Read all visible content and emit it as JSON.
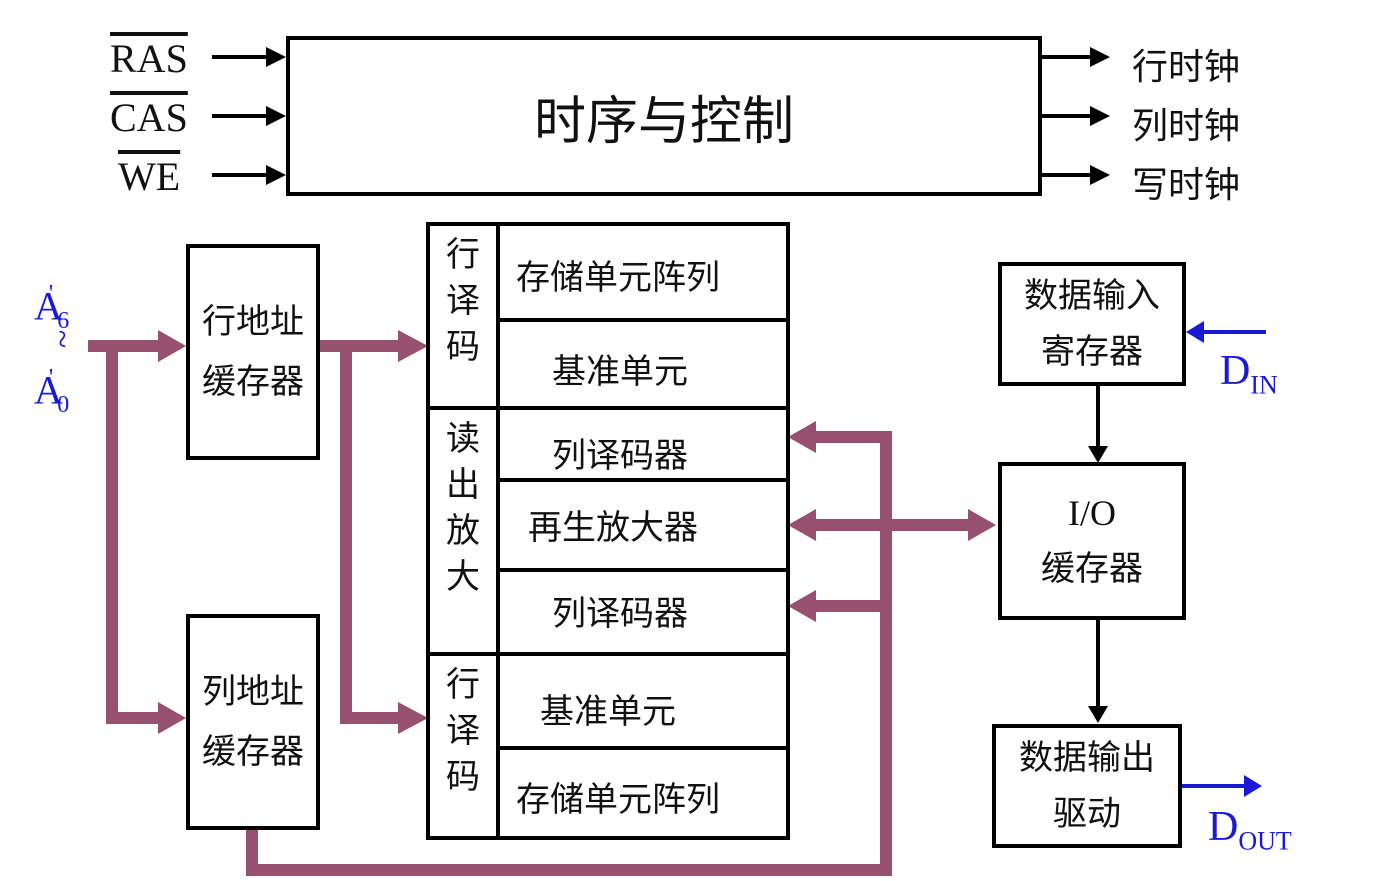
{
  "inputs": [
    "RAS",
    "CAS",
    "WE"
  ],
  "control_title": "时序与控制",
  "clock_outputs": [
    "行时钟",
    "列时钟",
    "写时钟"
  ],
  "address": {
    "top_main": "A",
    "top_prime": "'",
    "top_sub": "6",
    "tilde": "~",
    "bottom_main": "A",
    "bottom_prime": "'",
    "bottom_sub": "0"
  },
  "row_addr_buffer": [
    "行地址",
    "缓存器"
  ],
  "col_addr_buffer": [
    "列地址",
    "缓存器"
  ],
  "row_decoder_top": "行译码",
  "row_decoder_bottom": "行译码",
  "sense_amp_column": "读出放大",
  "cells": [
    "存储单元阵列",
    "基准单元",
    "列译码器",
    "再生放大器",
    "列译码器",
    "基准单元",
    "存储单元阵列"
  ],
  "din_register": [
    "数据输入",
    "寄存器"
  ],
  "io_buffer": [
    "I/O",
    "缓存器"
  ],
  "dout_driver": [
    "数据输出",
    "驱动"
  ],
  "din_label": {
    "main": "D",
    "sub": "IN"
  },
  "dout_label": {
    "main": "D",
    "sub": "OUT"
  },
  "colors": {
    "bus": "#97506f",
    "signal": "#000000",
    "data_arrow": "#1a1ad6"
  }
}
